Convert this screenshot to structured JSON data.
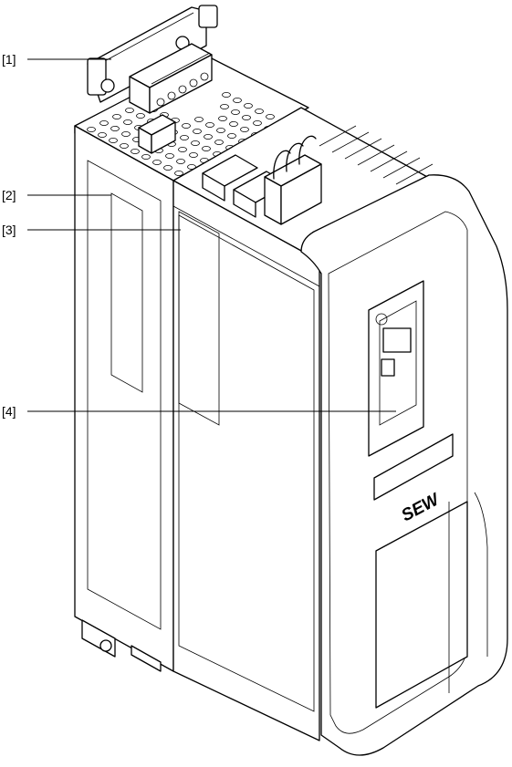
{
  "callouts": [
    {
      "label": "[1]"
    },
    {
      "label": "[2]"
    },
    {
      "label": "[3]"
    },
    {
      "label": "[4]"
    }
  ],
  "brand_logo": "SEW"
}
